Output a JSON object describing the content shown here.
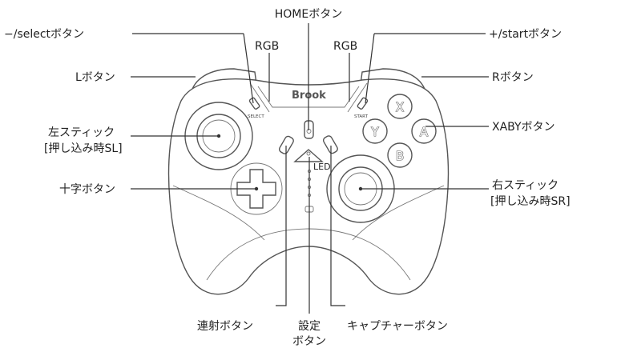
{
  "labels": {
    "home": "HOMEボタン",
    "minus_select": "−/selectボタン",
    "plus_start": "+/startボタン",
    "rgb_left": "RGB",
    "rgb_right": "RGB",
    "l_button": "Lボタン",
    "r_button": "Rボタン",
    "left_stick_line1": "左スティック",
    "left_stick_line2": "[押し込み時SL]",
    "xaby": "XABYボタン",
    "dpad": "十字ボタン",
    "right_stick_line1": "右スティック",
    "right_stick_line2": "[押し込み時SR]",
    "turbo": "連射ボタン",
    "settings_line1": "設定",
    "settings_line2": "ボタン",
    "capture": "キャプチャーボタン",
    "led": "LED"
  },
  "controller": {
    "brand": "Brook",
    "select_text": "SELECT",
    "start_text": "START",
    "face_buttons": [
      "X",
      "Y",
      "A",
      "B"
    ]
  }
}
